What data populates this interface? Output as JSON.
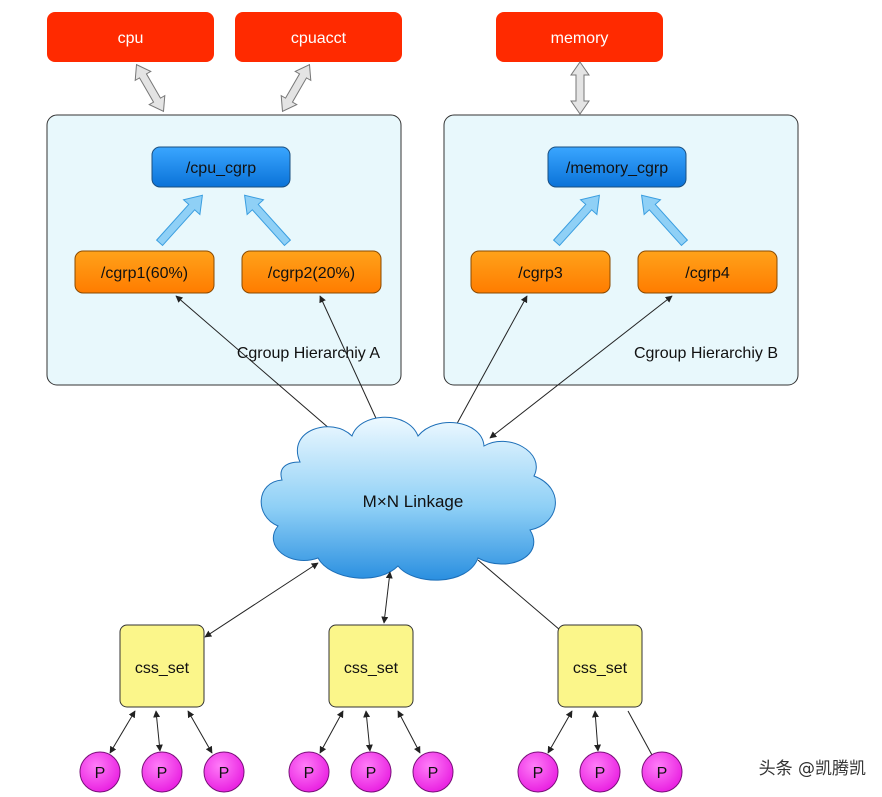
{
  "subsystems": {
    "cpu": "cpu",
    "cpuacct": "cpuacct",
    "memory": "memory"
  },
  "hierarchy_a": {
    "title": "Cgroup Hierarchiy A",
    "root": "/cpu_cgrp",
    "children": [
      "/cgrp1(60%)",
      "/cgrp2(20%)"
    ]
  },
  "hierarchy_b": {
    "title": "Cgroup Hierarchiy B",
    "root": "/memory_cgrp",
    "children": [
      "/cgrp3",
      "/cgrp4"
    ]
  },
  "linkage": "M×N Linkage",
  "css_sets": [
    "css_set",
    "css_set",
    "css_set"
  ],
  "process_label": "P",
  "watermark": "头条 @凯腾凯",
  "colors": {
    "subsystem": "#ff2a00",
    "hierarchy_bg": "#e8f8fc",
    "root_node": "#1f8ef0",
    "child_node": "#ff8a00",
    "css_set": "#fbf68a",
    "process": "#ff3cf2",
    "cloud": "#6fc0f2"
  }
}
